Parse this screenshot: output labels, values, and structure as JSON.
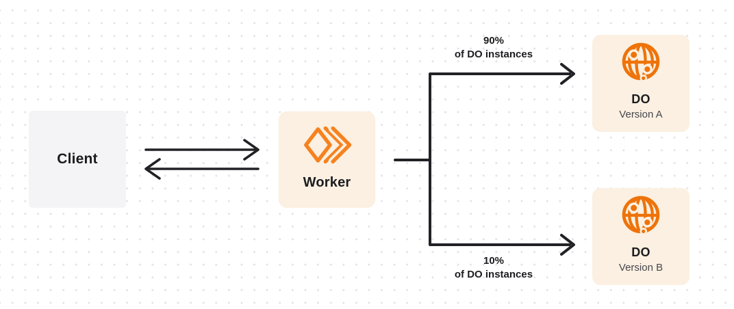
{
  "theme": {
    "background": "#FFFFFF",
    "dot_color": "#E3E3E7",
    "line_color": "#222226",
    "client_box": "#F4F4F6",
    "cream_box": "#FBF0E1",
    "worker_orange": "#F6821F",
    "globe_orange": "#EE730A",
    "text_dark": "#1C1C20",
    "text_muted": "#46464D"
  },
  "diagram": {
    "client": {
      "label": "Client"
    },
    "worker": {
      "label": "Worker"
    },
    "do_a": {
      "title": "DO",
      "subtitle": "Version A"
    },
    "do_b": {
      "title": "DO",
      "subtitle": "Version B"
    },
    "split_top": {
      "percent": "90%",
      "caption": "of DO instances"
    },
    "split_bottom": {
      "percent": "10%",
      "caption": "of DO instances"
    }
  }
}
